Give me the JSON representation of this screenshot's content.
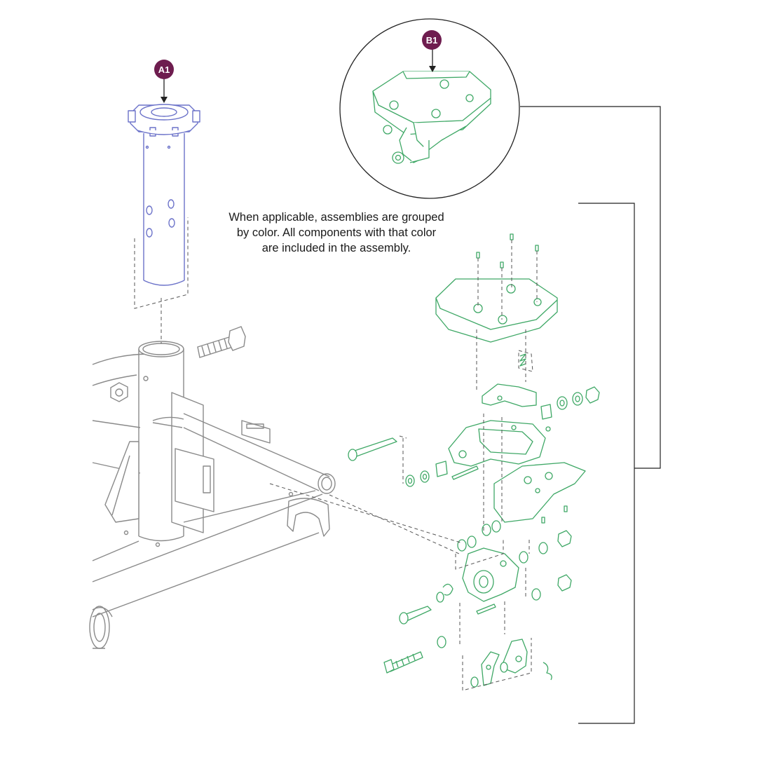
{
  "callouts": {
    "a1": {
      "label": "A1"
    },
    "b1": {
      "label": "B1"
    }
  },
  "note": {
    "lines": [
      "When applicable, assemblies are grouped",
      "by color. All components with that color",
      "are included in the assembly."
    ]
  },
  "colors": {
    "callout_fill": "#6e1d4f",
    "assembly_a1": "#6b72c9",
    "assembly_b1": "#3fa866",
    "frame_gray": "#8a8a8a",
    "leader_black": "#222222"
  }
}
